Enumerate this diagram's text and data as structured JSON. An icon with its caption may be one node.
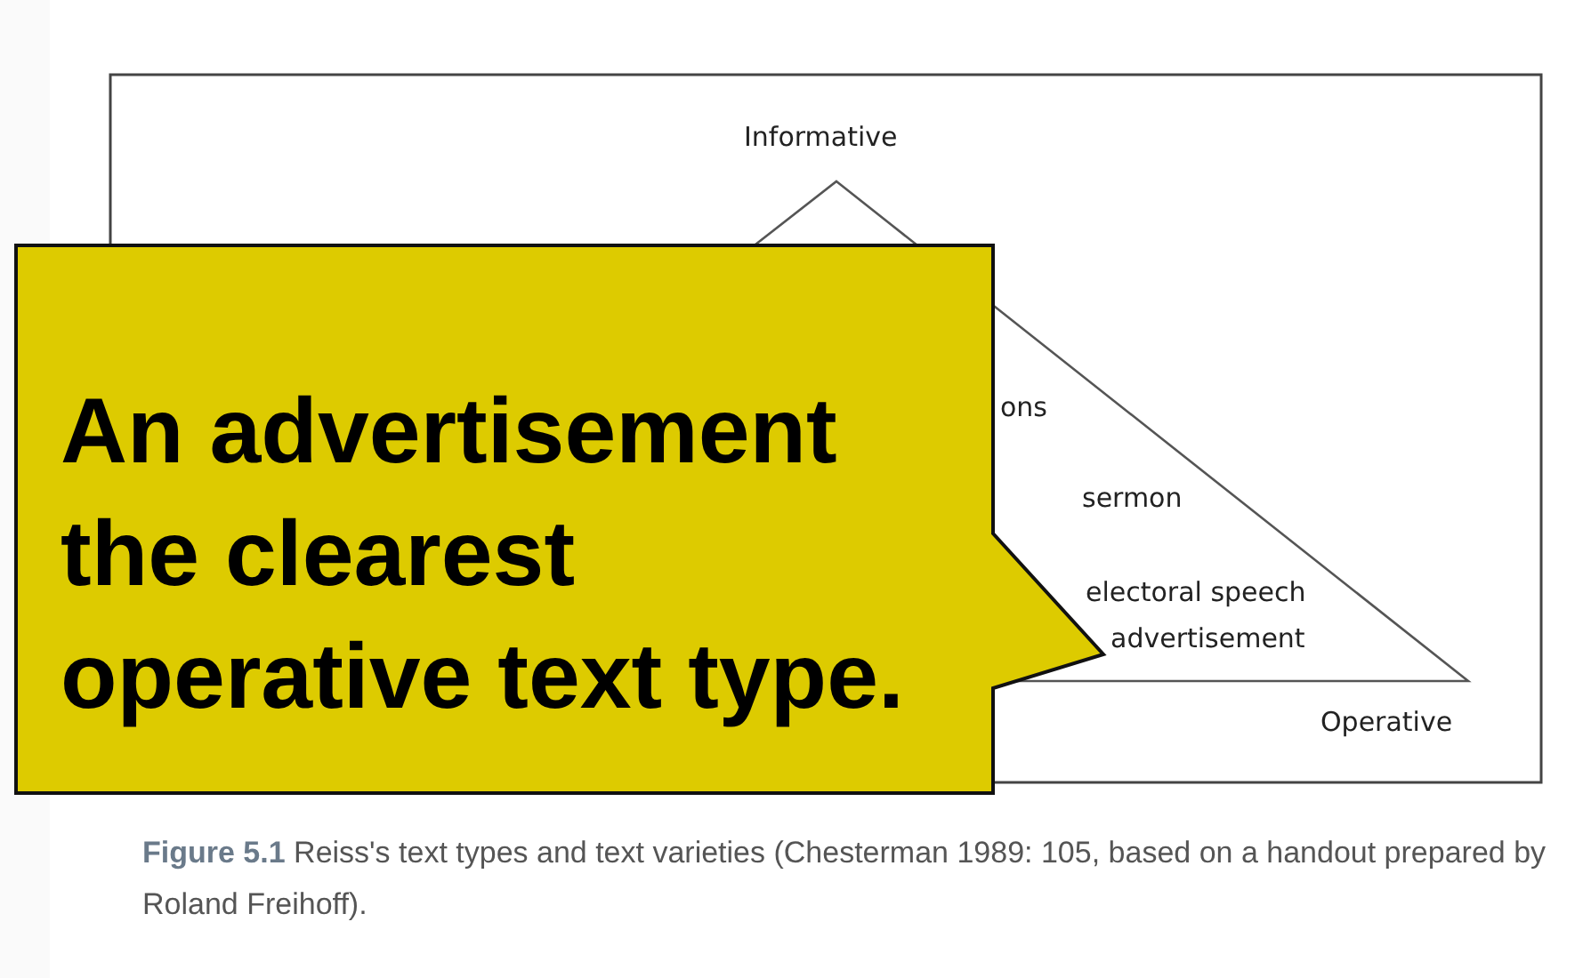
{
  "diagram": {
    "caption": "**Figure 5.1** Reiss's text types and text varieties (Chesterman 1989: 105, based on a handout prepared by Roland Freihoff).",
    "nodes": [
      {
        "text": [
          "An advertisement the clearest operative text type."
        ]
      }
    ],
    "labels": [
      "Informative",
      "ons",
      "sermon",
      "electoral speech",
      "advertisement",
      "Operative"
    ]
  }
}
